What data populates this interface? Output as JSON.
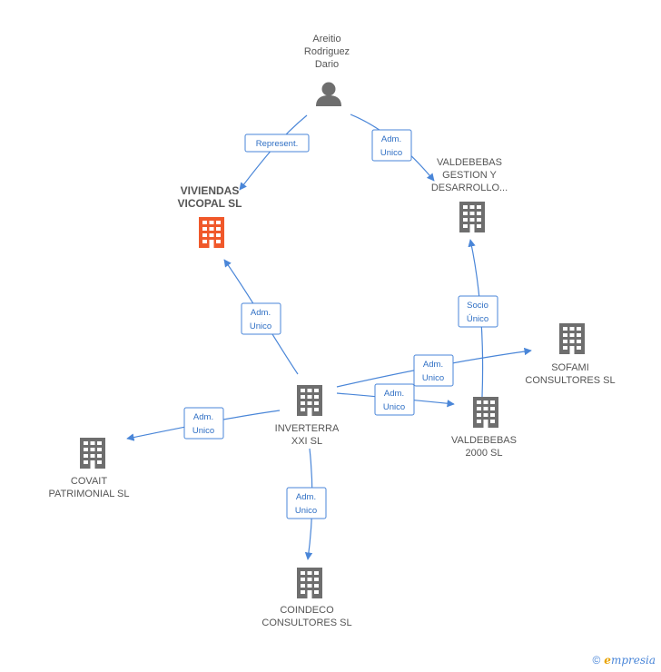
{
  "nodes": {
    "person": {
      "lines": [
        "Areitio",
        "Rodriguez",
        "Dario"
      ]
    },
    "viviendas": {
      "lines": [
        "VIVIENDAS",
        "VICOPAL SL"
      ]
    },
    "valdebebas_gestion": {
      "lines": [
        "VALDEBEBAS",
        "GESTION Y",
        "DESARROLLO..."
      ]
    },
    "sofami": {
      "lines": [
        "SOFAMI",
        "CONSULTORES SL"
      ]
    },
    "inverterra": {
      "lines": [
        "INVERTERRA",
        "XXI SL"
      ]
    },
    "valdebebas_2000": {
      "lines": [
        "VALDEBEBAS",
        "2000 SL"
      ]
    },
    "covait": {
      "lines": [
        "COVAIT",
        "PATRIMONIAL SL"
      ]
    },
    "coindeco": {
      "lines": [
        "COINDECO",
        "CONSULTORES SL"
      ]
    }
  },
  "edges": {
    "represent": {
      "lines": [
        "Represent."
      ]
    },
    "adm_person_valdebebas": {
      "lines": [
        "Adm.",
        "Unico"
      ]
    },
    "adm_inverterra_viviendas": {
      "lines": [
        "Adm.",
        "Unico"
      ]
    },
    "socio_unico": {
      "lines": [
        "Socio",
        "Único"
      ]
    },
    "adm_inverterra_sofami": {
      "lines": [
        "Adm.",
        "Unico"
      ]
    },
    "adm_inverterra_valdebebas2000": {
      "lines": [
        "Adm.",
        "Unico"
      ]
    },
    "adm_inverterra_covait": {
      "lines": [
        "Adm.",
        "Unico"
      ]
    },
    "adm_inverterra_coindeco": {
      "lines": [
        "Adm.",
        "Unico"
      ]
    }
  },
  "colors": {
    "accent": "#4a86d8",
    "building": "#6e6e6e",
    "highlight": "#f0582a"
  },
  "icons": {
    "person": "person-icon",
    "building": "building-icon"
  },
  "footer": {
    "copyright": "©",
    "brand_first": "e",
    "brand_rest": "mpresia"
  }
}
